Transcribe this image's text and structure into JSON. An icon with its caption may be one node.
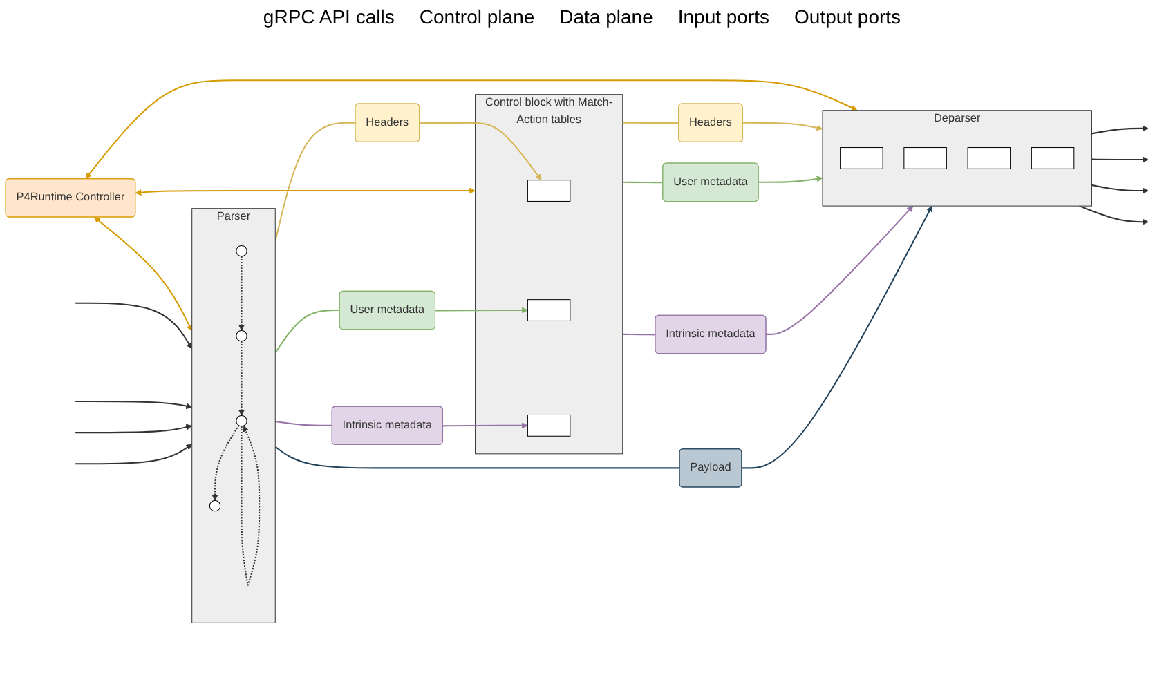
{
  "diagram": {
    "nodes": [
      {
        "text": [
          "P4Runtime Controller"
        ]
      },
      {
        "text": [
          "Parser"
        ]
      },
      {
        "text": [],
        "shape": "circle",
        "in": 1
      },
      {
        "text": [],
        "shape": "circle",
        "in": 1
      },
      {
        "text": [],
        "shape": "circle",
        "in": 1
      },
      {
        "text": [],
        "shape": "circle",
        "in": 1
      },
      {
        "text": [
          "Headers"
        ]
      },
      {
        "text": [
          "User metadata"
        ]
      },
      {
        "text": [
          "Intrinsic metadata"
        ]
      },
      {
        "text": [
          "Control block with Match-Action tables"
        ]
      },
      {
        "text": [],
        "shape": "box",
        "in": 9
      },
      {
        "text": [],
        "shape": "box",
        "in": 9
      },
      {
        "text": [],
        "shape": "box",
        "in": 9
      },
      {
        "text": [
          "Headers"
        ]
      },
      {
        "text": [
          "User metadata"
        ]
      },
      {
        "text": [
          "Intrinsic metadata"
        ]
      },
      {
        "text": [
          "Deparser"
        ]
      },
      {
        "text": [],
        "shape": "box",
        "in": 16
      },
      {
        "text": [],
        "shape": "box",
        "in": 16
      },
      {
        "text": [],
        "shape": "box",
        "in": 16
      },
      {
        "text": [],
        "shape": "box",
        "in": 16
      },
      {
        "text": [
          "Payload"
        ]
      }
    ],
    "edges": [
      {
        "from": 0,
        "to": 1,
        "arrow": "both",
        "color": "#d79b00"
      },
      {
        "from": 0,
        "to": 9,
        "arrow": "both",
        "color": "#d79b00"
      },
      {
        "from": 0,
        "to": 16,
        "arrow": "both",
        "color": "#d79b00"
      },
      {
        "from": null,
        "to": 1,
        "arrow": "to"
      },
      {
        "from": null,
        "to": 1,
        "arrow": "to"
      },
      {
        "from": null,
        "to": 1,
        "arrow": "to"
      },
      {
        "from": null,
        "to": 1,
        "arrow": "to"
      },
      {
        "from": 2,
        "to": 3,
        "arrow": "to",
        "style": "dashed"
      },
      {
        "from": 3,
        "to": 4,
        "arrow": "to",
        "style": "dashed"
      },
      {
        "from": 4,
        "to": 5,
        "arrow": "to",
        "style": "dashed"
      },
      {
        "from": 4,
        "to": 4,
        "arrow": "to",
        "style": "dashed"
      },
      {
        "from": 1,
        "to": 6,
        "arrow": "none",
        "color": "#d6b656"
      },
      {
        "from": 6,
        "to": 10,
        "arrow": "to",
        "color": "#d6b656"
      },
      {
        "from": 1,
        "to": 7,
        "arrow": "none",
        "color": "#82b366"
      },
      {
        "from": 7,
        "to": 11,
        "arrow": "to",
        "color": "#82b366"
      },
      {
        "from": 1,
        "to": 8,
        "arrow": "none",
        "color": "#9673a6"
      },
      {
        "from": 8,
        "to": 12,
        "arrow": "to",
        "color": "#9673a6"
      },
      {
        "from": 9,
        "to": 13,
        "arrow": "none",
        "color": "#d6b656"
      },
      {
        "from": 13,
        "to": 16,
        "arrow": "to",
        "color": "#d6b656"
      },
      {
        "from": 9,
        "to": 14,
        "arrow": "none",
        "color": "#82b366"
      },
      {
        "from": 14,
        "to": 16,
        "arrow": "to",
        "color": "#82b366"
      },
      {
        "from": 9,
        "to": 15,
        "arrow": "none",
        "color": "#9673a6"
      },
      {
        "from": 15,
        "to": 16,
        "arrow": "to",
        "color": "#9673a6"
      },
      {
        "from": 1,
        "to": 21,
        "arrow": "none",
        "color": "#23445d"
      },
      {
        "from": 21,
        "to": 16,
        "arrow": "to",
        "color": "#23445d"
      },
      {
        "from": 16,
        "to": null,
        "arrow": "to"
      },
      {
        "from": 16,
        "to": null,
        "arrow": "to"
      },
      {
        "from": 16,
        "to": null,
        "arrow": "to"
      },
      {
        "from": 16,
        "to": null,
        "arrow": "to"
      }
    ],
    "labels": [
      "gRPC API calls",
      "Control plane",
      "Data plane",
      "Input ports",
      "Output ports"
    ]
  }
}
